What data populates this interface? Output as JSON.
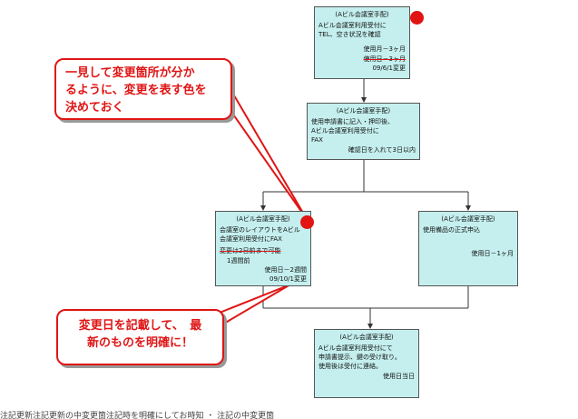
{
  "box1": {
    "title": "(Aビル会議室手配)",
    "lines": [
      "Aビル会議室利用受付に",
      "TEL、空き状況を確認"
    ],
    "note1": "使用月－3ヶ月",
    "note2": "使用日－3ヶ月",
    "date": "09/6/1変更"
  },
  "box2": {
    "title": "(Aビル会議室手配)",
    "lines": [
      "使用申請書に記入・押印後、",
      "Aビル会議室利用受付に",
      "FAX"
    ],
    "note": "確認日を入れて3日以内"
  },
  "box3": {
    "title": "(Aビル会議室手配)",
    "lines": [
      "会議室のレイアウトをAビル",
      "会議室利用受付にFAX"
    ],
    "change": "変更は2日前まで可能",
    "change2": "1週間前",
    "note": "使用日－2週間",
    "date": "09/10/1変更"
  },
  "box4": {
    "title": "(Aビル会議室手配)",
    "lines": [
      "使用備品の正式申込"
    ],
    "note": "使用日－1ヶ月"
  },
  "box5": {
    "title": "(Aビル会議室手配)",
    "lines": [
      "Aビル会議室利用受付にて",
      "申請書提示、鍵の受け取り。",
      "使用後は受付に連絡。"
    ],
    "note": "使用日当日"
  },
  "callout_top": {
    "lines": [
      "一見して変更箇所が分か",
      "るように、変更を表す色を",
      "決めておく"
    ]
  },
  "callout_bottom": {
    "line1": "変更日を記載して、　最",
    "line2": "新のものを明確に！"
  },
  "footer": "注記更新注記更新の中変更箇注記時を明確にしてお時知 ・ 注記の中変更箇"
}
